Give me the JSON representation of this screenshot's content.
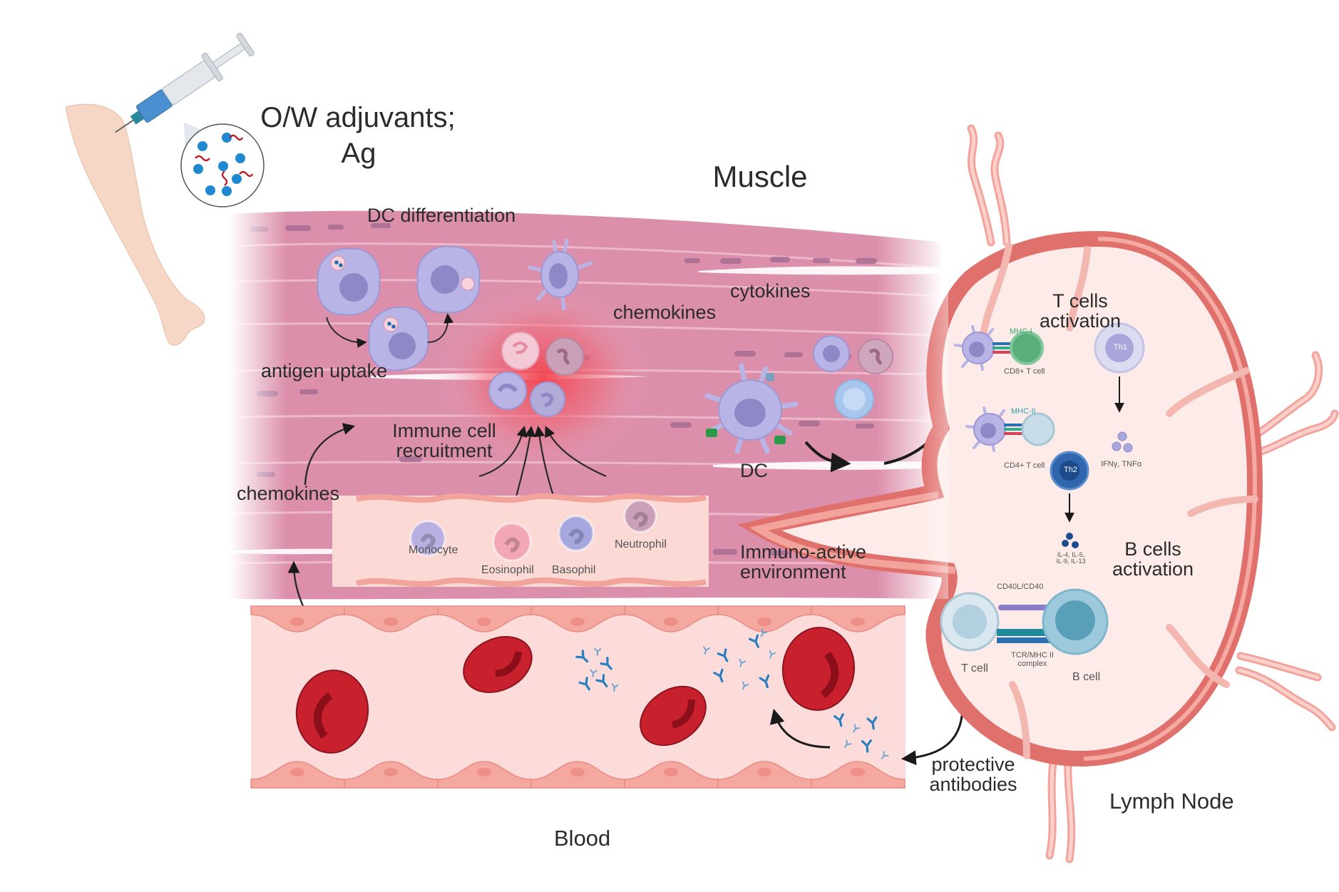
{
  "figure": {
    "title_injection": "O/W adjuvants;",
    "title_injection_line2": "Ag",
    "regions": {
      "muscle": "Muscle",
      "blood": "Blood",
      "lymph_node": "Lymph Node"
    },
    "muscle_labels": {
      "dc_differentiation": "DC differentiation",
      "antigen_uptake": "antigen uptake",
      "chemokines_center": "chemokines",
      "cytokines": "cytokines",
      "immune_cell_recruitment_1": "Immune cell",
      "immune_cell_recruitment_2": "recruitment",
      "chemokines_left": "chemokines",
      "dc": "DC",
      "immuno_active_1": "Immuno-active",
      "immuno_active_2": "environment"
    },
    "capillary_cells": [
      {
        "name": "Monocyte",
        "color": "#b7b0e0"
      },
      {
        "name": "Eosinophil",
        "color": "#f2a7b8"
      },
      {
        "name": "Basophil",
        "color": "#a7a7e0"
      },
      {
        "name": "Neutrophil",
        "color": "#c9a0b8"
      }
    ],
    "lymph_labels": {
      "t_cells_activation_1": "T cells",
      "t_cells_activation_2": "activation",
      "mhc1": "MHC-I",
      "cd8": "CD8+ T cell",
      "mhc2": "MHC-II",
      "cd4": "CD4+ T cell",
      "th1": "Th1",
      "th2": "Th2",
      "th1_cytokines": "IFNγ, TNFα",
      "th2_cytokines_1": "IL-4, IL-5,",
      "th2_cytokines_2": "IL-9, IL-13",
      "b_cells_activation_1": "B cells",
      "b_cells_activation_2": "activation",
      "cd40": "CD40L/CD40",
      "tcr_1": "TCR/MHC II",
      "tcr_2": "complex",
      "t_cell": "T cell",
      "b_cell": "B cell",
      "protective_1": "protective",
      "protective_2": "antibodies"
    },
    "colors": {
      "muscle": "#d98aa6",
      "muscle_light": "#e8a9bf",
      "inflammation": "#f0505a",
      "blood_bg": "#fbd9d6",
      "vessel_wall": "#f2a39c",
      "rbc": "#c8202d",
      "lymph_capsule": "#e0706c",
      "lymph_inner": "#fdebe9",
      "immune_cell": "#b9b4e6",
      "antibody": "#2a7fbf",
      "arrow": "#1a1a1a"
    }
  }
}
